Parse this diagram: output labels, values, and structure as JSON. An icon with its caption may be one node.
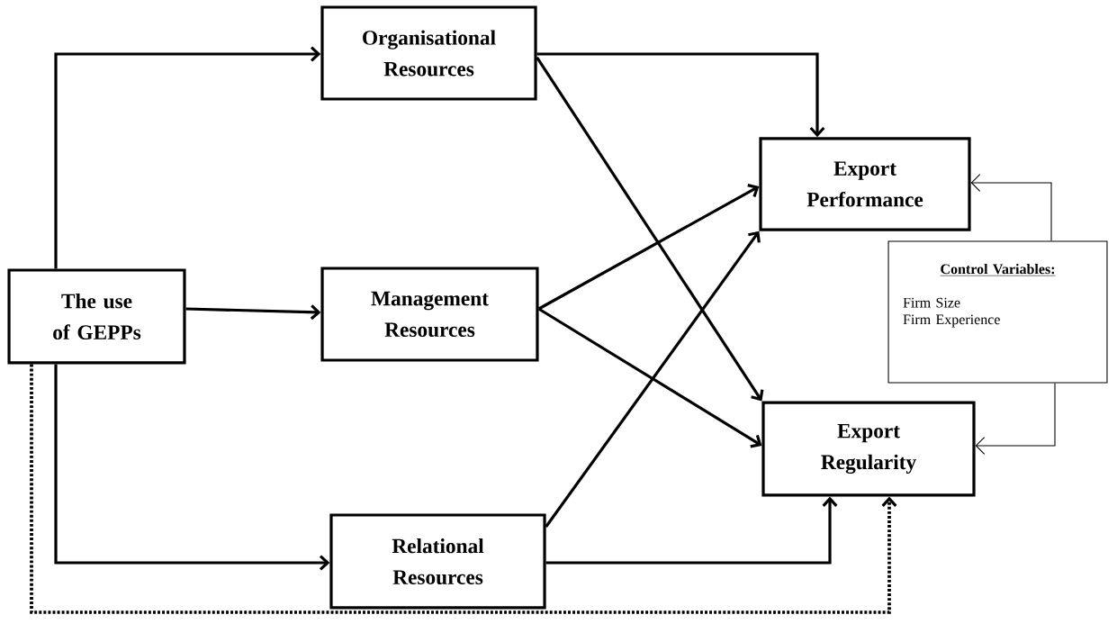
{
  "diagram": {
    "nodes": [
      {
        "text": [
          "The use of GEPPs"
        ]
      },
      {
        "text": [
          "Organisational Resources"
        ]
      },
      {
        "text": [
          "Management Resources"
        ]
      },
      {
        "text": [
          "Relational Resources"
        ]
      },
      {
        "text": [
          "Export Performance"
        ]
      },
      {
        "text": [
          "Export Regularity"
        ]
      },
      {
        "text": [
          "Control Variables:",
          "Firm Size",
          "Firm Experience"
        ]
      }
    ],
    "edges": [
      {
        "from": 0,
        "to": 1,
        "arrow": "to"
      },
      {
        "from": 0,
        "to": 2,
        "arrow": "to"
      },
      {
        "from": 0,
        "to": 3,
        "arrow": "to"
      },
      {
        "from": 1,
        "to": 4,
        "arrow": "to"
      },
      {
        "from": 1,
        "to": 5,
        "arrow": "to"
      },
      {
        "from": 2,
        "to": 4,
        "arrow": "to"
      },
      {
        "from": 2,
        "to": 5,
        "arrow": "to"
      },
      {
        "from": 3,
        "to": 4,
        "arrow": "to"
      },
      {
        "from": 3,
        "to": 5,
        "arrow": "to"
      },
      {
        "from": 0,
        "to": 5,
        "arrow": "to",
        "style": "dashed"
      },
      {
        "from": 6,
        "to": 4,
        "arrow": "to"
      },
      {
        "from": 6,
        "to": 5,
        "arrow": "to"
      }
    ]
  }
}
